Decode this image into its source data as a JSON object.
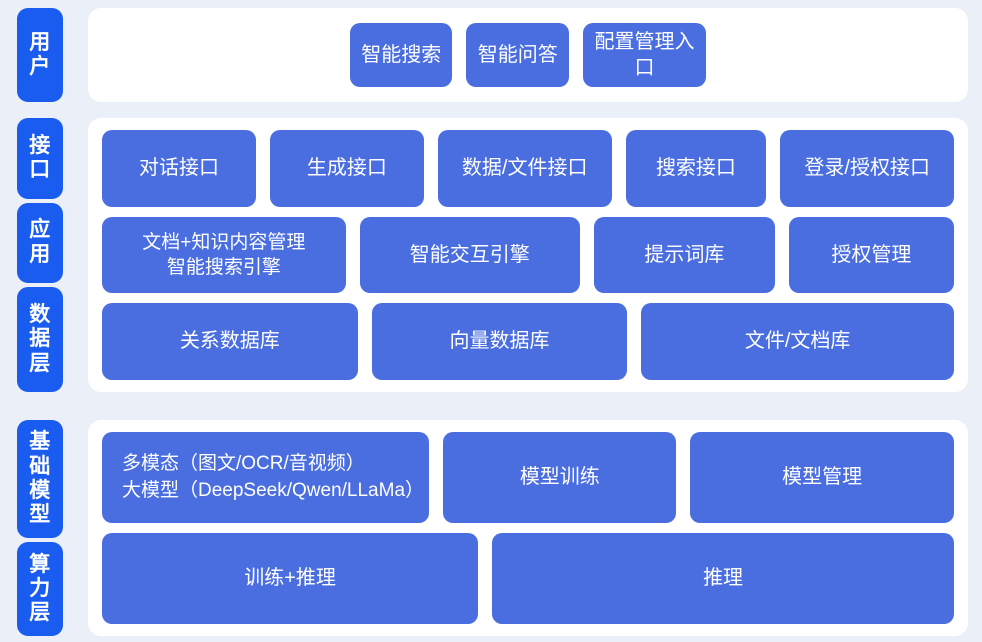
{
  "colors": {
    "page_background": "#eaeff8",
    "panel_background": "#ffffff",
    "node_blue": "#4a6ee0",
    "tab_blue": "#1a5cf0",
    "text_on_blue": "#ffffff"
  },
  "sections": [
    {
      "id": "user",
      "tabs": [
        {
          "label": "用户"
        }
      ],
      "rows": [
        {
          "nodes": [
            {
              "label": "智能搜索"
            },
            {
              "label": "智能问答"
            },
            {
              "label": "配置管理入口"
            }
          ]
        }
      ]
    },
    {
      "id": "platform",
      "tabs": [
        {
          "label": "接口"
        },
        {
          "label": "应用"
        },
        {
          "label": "数据层"
        }
      ],
      "rows": [
        {
          "nodes": [
            {
              "label": "对话接口"
            },
            {
              "label": "生成接口"
            },
            {
              "label": "数据/文件接口"
            },
            {
              "label": "搜索接口"
            },
            {
              "label": "登录/授权接口"
            }
          ]
        },
        {
          "nodes": [
            {
              "label": "文档+知识内容管理\n智能搜索引擎"
            },
            {
              "label": "智能交互引擎"
            },
            {
              "label": "提示词库"
            },
            {
              "label": "授权管理"
            }
          ]
        },
        {
          "nodes": [
            {
              "label": "关系数据库"
            },
            {
              "label": "向量数据库"
            },
            {
              "label": "文件/文档库"
            }
          ]
        }
      ]
    },
    {
      "id": "infrastructure",
      "tabs": [
        {
          "label": "基础模型"
        },
        {
          "label": "算力层"
        }
      ],
      "rows": [
        {
          "nodes": [
            {
              "label": "多模态（图文/OCR/音视频）\n大模型（DeepSeek/Qwen/LLaMa）"
            },
            {
              "label": "模型训练"
            },
            {
              "label": "模型管理"
            }
          ]
        },
        {
          "nodes": [
            {
              "label": "训练+推理"
            },
            {
              "label": "推理"
            }
          ]
        }
      ]
    }
  ]
}
